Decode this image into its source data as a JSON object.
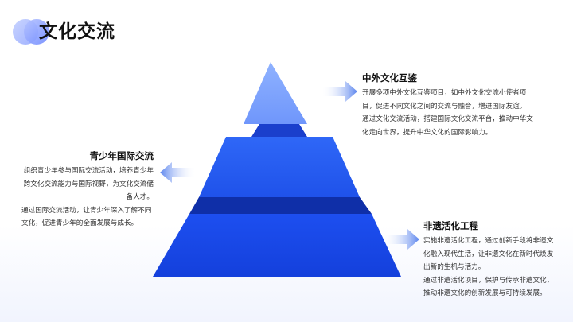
{
  "title": "文化交流",
  "blocks": {
    "top": {
      "heading": "中外文化互鉴",
      "para1": "开展多项中外文化互鉴项目，如中外文化交流小使者项目，促进不同文化之间的交流与融合，增进国际友谊。",
      "para2": "通过文化交流活动，搭建国际文化交流平台，推动中华文化走向世界，提升中华文化的国际影响力。"
    },
    "left": {
      "heading": "青少年国际交流",
      "para1": "组织青少年参与国际交流活动，培养青少年跨文化交流能力与国际视野，为文化交流储备人才。",
      "para2": "通过国际交流活动，让青少年深入了解不同文化，促进青少年的全面发展与成长。"
    },
    "bottom": {
      "heading": "非遗活化工程",
      "para1": "实施非遗活化工程，通过创新手段将非遗文化融入现代生活，让非遗文化在新时代焕发出新的生机与活力。",
      "para2": "通过非遗活化项目，保护与传承非遗文化，推动非遗文化的创新发展与可持续发展。"
    }
  },
  "colors": {
    "top_tier": "#80a8ff",
    "middle_tier": "#2a61f5",
    "bottom_tier": "#1646e6",
    "dark_band": "#0f2fa8",
    "arrow": "#5a84ee"
  }
}
